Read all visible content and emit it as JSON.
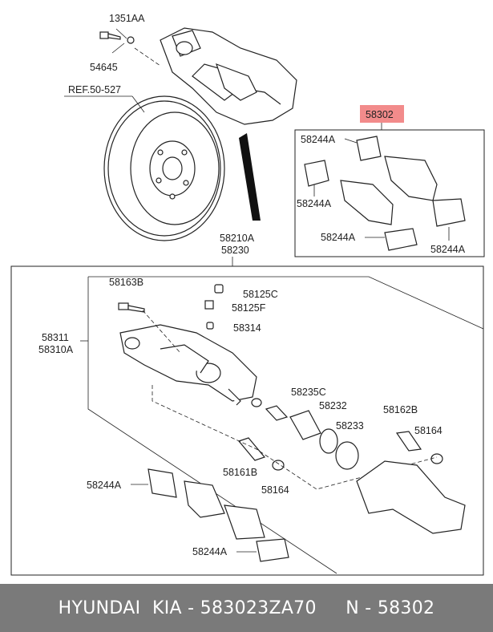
{
  "labels": {
    "bolt_top": "1351AA",
    "washer_top": "54645",
    "ref": "REF.50-527",
    "kit_title": "58302",
    "clip_tl": "58244A",
    "clip_ml": "58244A",
    "clip_bl": "58244A",
    "clip_br": "58244A",
    "caliper_assy_1": "58210A",
    "caliper_assy_2": "58230",
    "bolt_guide": "58163B",
    "bleeder_cap": "58125C",
    "bleeder_screw": "58125F",
    "cap_small": "58314",
    "housing_1": "58311",
    "housing_2": "58310A",
    "piston": "58235C",
    "piston_seal": "58232",
    "dust_boot": "58233",
    "guide_pin_r": "58162B",
    "boot_r": "58164",
    "guide_pin_l": "58161B",
    "boot_l": "58164",
    "clip_lower_1": "58244A",
    "clip_lower_2": "58244A"
  },
  "footer": {
    "brand": "HYUNDAI  KIA",
    "part_number": "583023ZA70",
    "ref_number": "N - 58302"
  },
  "colors": {
    "highlight": "#f28b8b",
    "footer_bg": "#7a7a7a"
  }
}
